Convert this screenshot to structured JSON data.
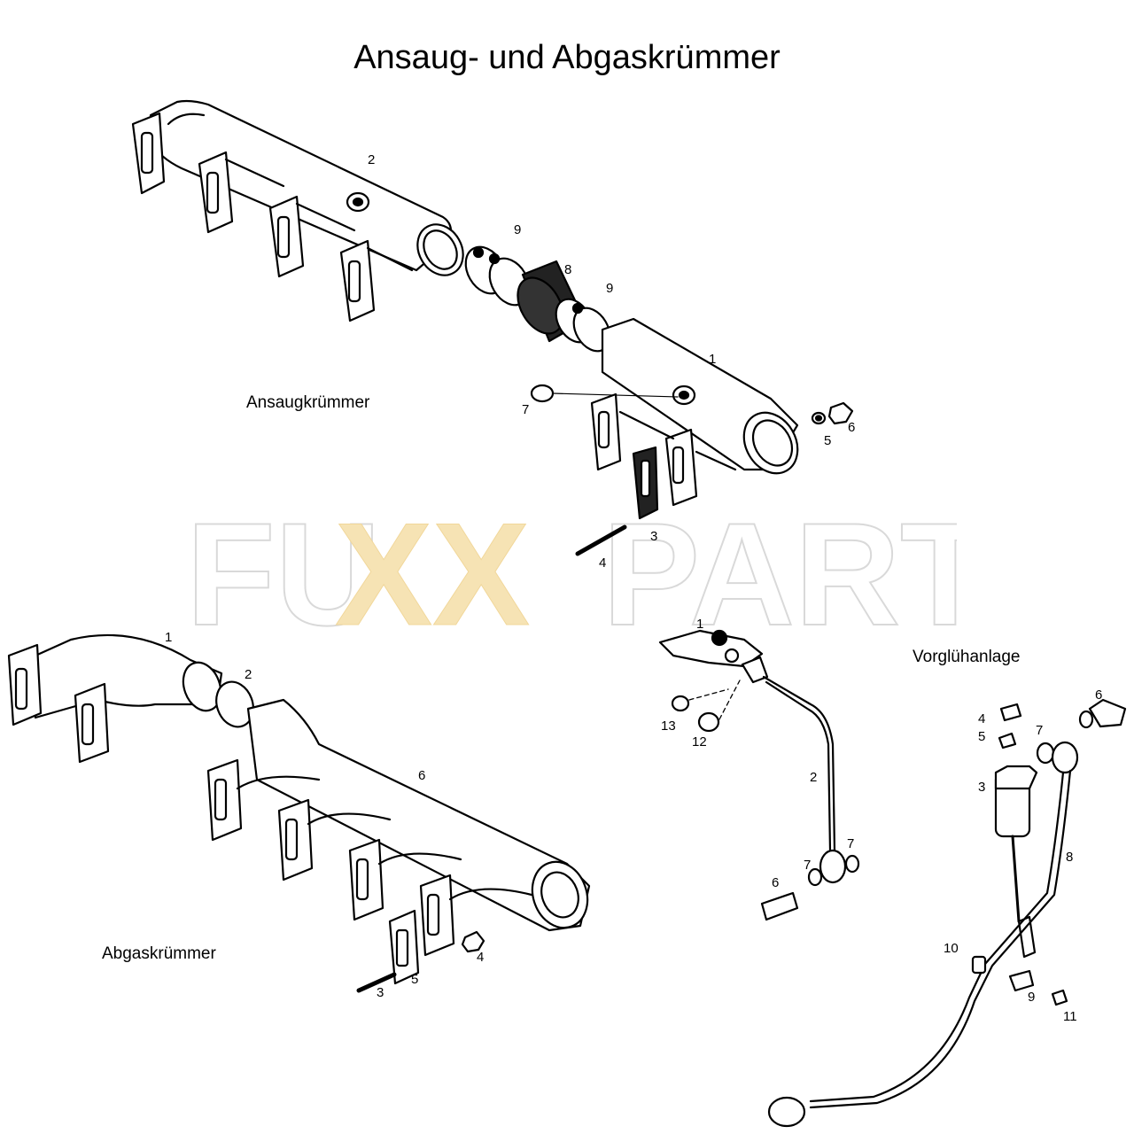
{
  "title": "Ansaug- und Abgaskrümmer",
  "sections": {
    "intake": "Ansaugkrümmer",
    "exhaust": "Abgaskrümmer",
    "glow": "Vorglühanlage"
  },
  "watermark": {
    "part1": "FU",
    "part2": "XX",
    "part3": "PARTS",
    "outline_color": "#d9d9d9",
    "accent_color": "#f6e3b4"
  },
  "callouts": {
    "intake": [
      "2",
      "9",
      "8",
      "9",
      "1",
      "7",
      "5",
      "6",
      "3",
      "4"
    ],
    "exhaust": [
      "1",
      "2",
      "6",
      "3",
      "5",
      "4"
    ],
    "glow_left": [
      "1",
      "13",
      "12",
      "2",
      "7",
      "7",
      "6"
    ],
    "glow_right": [
      "4",
      "5",
      "7",
      "6",
      "3",
      "8",
      "10",
      "9",
      "11"
    ]
  }
}
